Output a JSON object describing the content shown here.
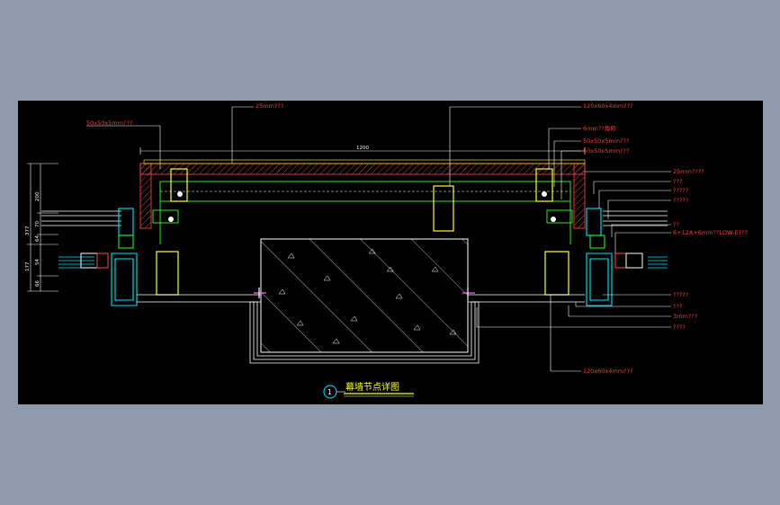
{
  "drawing": {
    "title": "幕墙节点详图",
    "detail_number": "1",
    "top_dimension": "1200",
    "vertical_dimensions": [
      "377",
      "200",
      "70",
      "64",
      "177",
      "54",
      "66"
    ]
  },
  "labels_left": [
    "50x50x5mm???"
  ],
  "labels_top": [
    "25mm???",
    "120x60x4mm???"
  ],
  "labels_right": [
    "6mm??角码",
    "50x50x5mm???",
    "50x50x5mm???",
    "25mm????",
    "???",
    "?????",
    "?????",
    "??",
    "6+12A+6mm??LOW-E???",
    "?????",
    "???",
    "3mm???",
    "????",
    "120x60x4mm???"
  ],
  "colors": {
    "background": "#000000",
    "leader": "#ffffff",
    "label": "#ff3a3a",
    "steel": "#ffff33",
    "frame": "#00e5ff",
    "cladding": "#ff4d4d",
    "green": "#33ff33"
  }
}
